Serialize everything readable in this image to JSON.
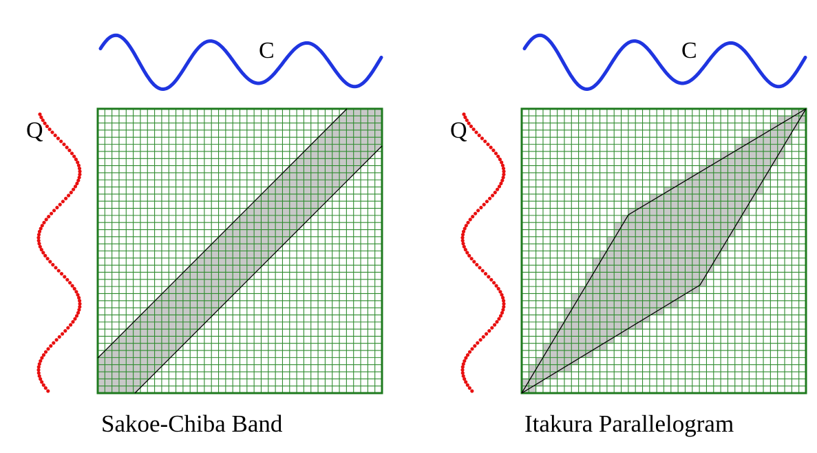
{
  "panels": [
    {
      "caption": "Sakoe-Chiba Band",
      "top_series_label": "C",
      "side_series_label": "Q"
    },
    {
      "caption": "Itakura Parallelogram",
      "top_series_label": "C",
      "side_series_label": "Q"
    }
  ],
  "grid": {
    "cells": 40
  },
  "colors": {
    "grid_line": "#2e8b2e",
    "grid_border": "#1e7a1e",
    "band_fill": "#c8c8c8",
    "boundary_line": "#000000",
    "top_series": "#1f35e0",
    "side_series": "#e81010"
  }
}
